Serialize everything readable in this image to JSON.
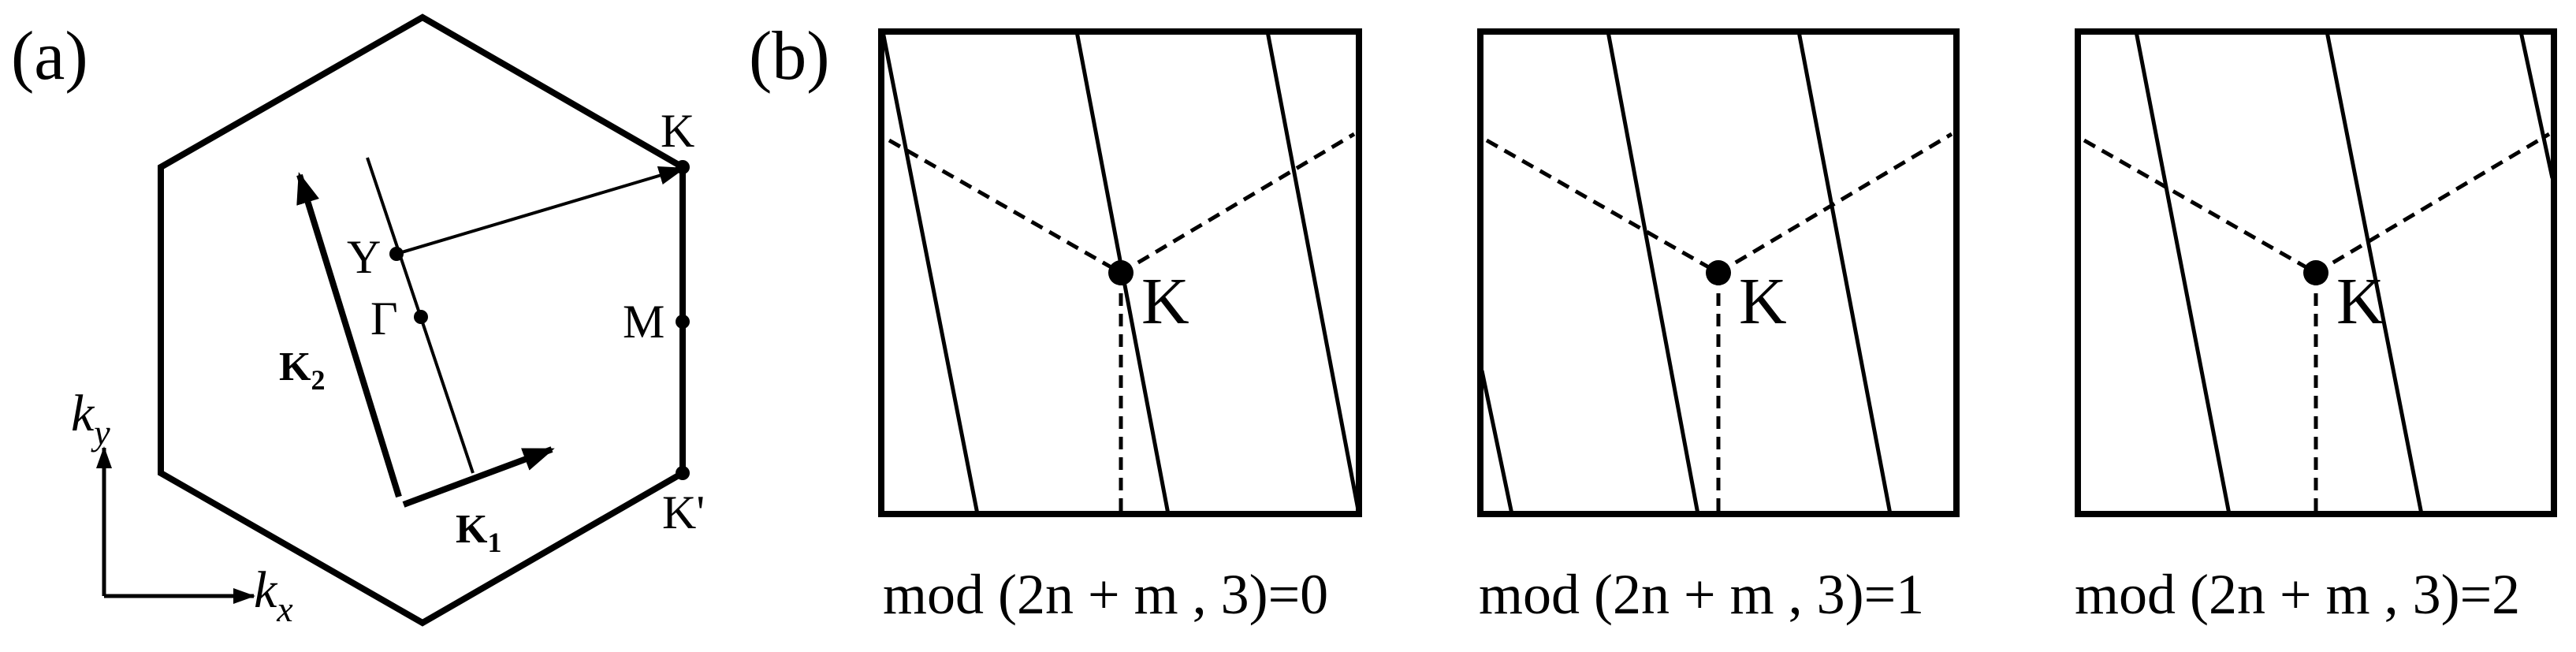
{
  "panel_a": {
    "label": "(a)",
    "points": {
      "K": "K",
      "M": "M",
      "K_prime": "K'",
      "Y": "Y",
      "Gamma": "Γ"
    },
    "vectors": {
      "K1": "K",
      "K1_sub": "1",
      "K2": "K",
      "K2_sub": "2"
    },
    "axes": {
      "kx": "k",
      "kx_sub": "x",
      "ky": "k",
      "ky_sub": "y"
    }
  },
  "panel_b": {
    "label": "(b)",
    "point_label": "K",
    "captions": [
      "mod (2n + m , 3)=0",
      "mod (2n + m , 3)=1",
      "mod (2n + m , 3)=2"
    ]
  }
}
